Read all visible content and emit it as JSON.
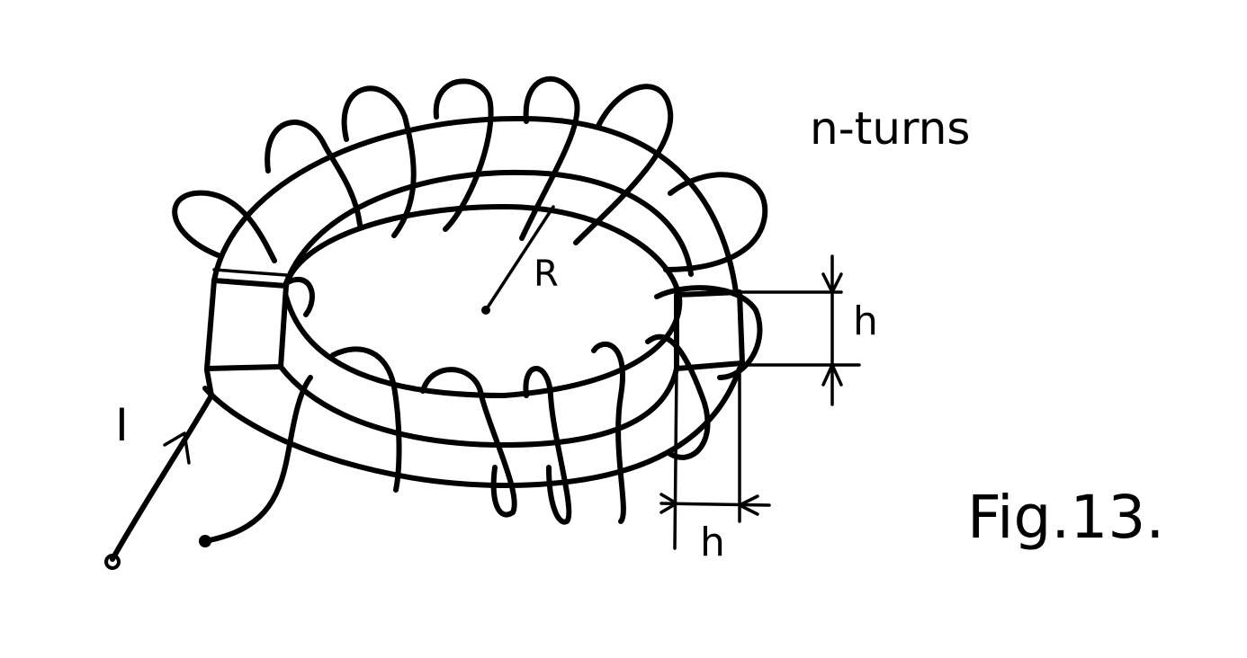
{
  "figure": {
    "caption": "Fig.13.",
    "turns_label": "n-turns",
    "radius_label": "R",
    "height_label": "h",
    "width_label": "h",
    "current_label": "I",
    "ink_color": "#000000",
    "paper_color": "#ffffff"
  }
}
